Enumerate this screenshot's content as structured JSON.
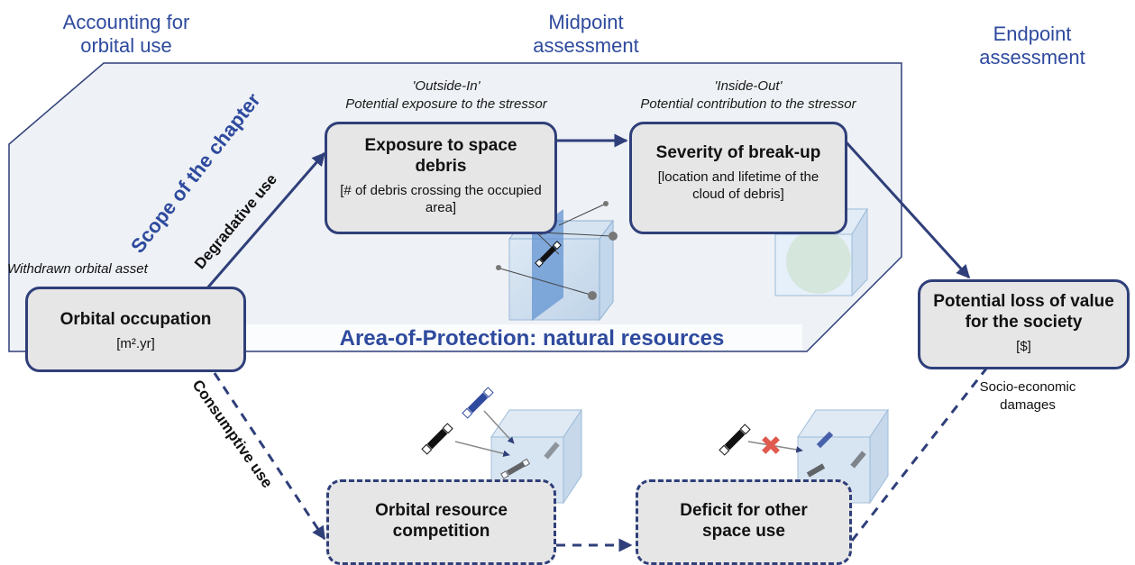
{
  "headers": {
    "accounting": "Accounting for orbital use",
    "midpoint": "Midpoint assessment",
    "endpoint": "Endpoint assessment"
  },
  "scope_label": "Scope of the chapter",
  "aop_label": "Area-of-Protection: natural resources",
  "perspectives": {
    "outside_in_title": "'Outside-In'",
    "outside_in_sub": "Potential exposure to the stressor",
    "inside_out_title": "'Inside-Out'",
    "inside_out_sub": "Potential contribution to the stressor"
  },
  "labels": {
    "withdrawn": "Withdrawn orbital asset",
    "degradative": "Degradative use",
    "consumptive": "Consumptive use",
    "socio_economic": "Socio-economic damages"
  },
  "boxes": {
    "orbital_occupation": {
      "title": "Orbital occupation",
      "unit": "[m².yr]"
    },
    "exposure": {
      "title": "Exposure to space debris",
      "unit": "[# of debris crossing the occupied area]"
    },
    "severity": {
      "title": "Severity of break-up",
      "unit": "[location and lifetime of the cloud of debris]"
    },
    "potential_loss": {
      "title": "Potential loss of value for the society",
      "unit": "[$]"
    },
    "competition": {
      "title": "Orbital resource competition"
    },
    "deficit": {
      "title": "Deficit for other space use"
    }
  },
  "colors": {
    "arrow": "#2f3f7a",
    "header": "#2e4a9e",
    "scope_fill": "#eef1f5",
    "box_fill": "#e6e6e6",
    "cross": "#e05a4f"
  }
}
